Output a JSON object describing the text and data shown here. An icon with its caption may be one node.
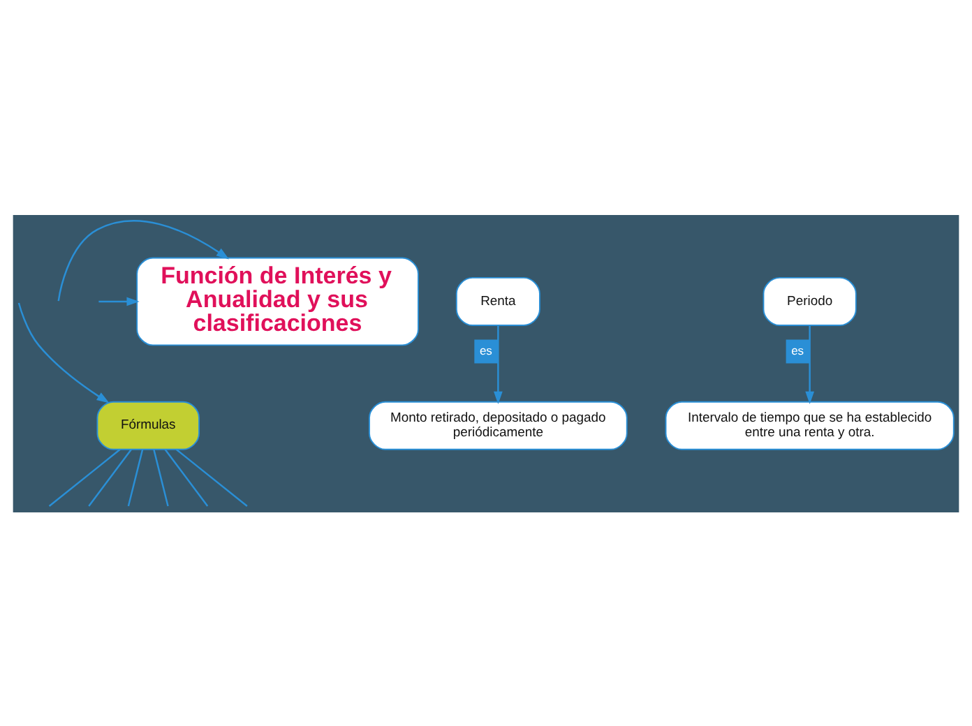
{
  "diagram": {
    "nodes": [
      {
        "text": [
          "Función de Interés y Anualidad y sus clasificaciones"
        ]
      },
      {
        "text": [
          "Fórmulas"
        ]
      },
      {
        "text": [
          "Renta"
        ]
      },
      {
        "text": [
          "Monto retirado, depositado o pagado periódicamente"
        ]
      },
      {
        "text": [
          "Periodo"
        ]
      },
      {
        "text": [
          "Intervalo de tiempo que se ha establecido entre una renta y otra."
        ]
      }
    ],
    "edges": [
      {
        "from": null,
        "to": 0,
        "arrow": "to"
      },
      {
        "from": null,
        "to": 0,
        "arrow": "to"
      },
      {
        "from": null,
        "to": 1,
        "arrow": "to"
      },
      {
        "from": 1,
        "to": null,
        "arrow": "none"
      },
      {
        "from": 1,
        "to": null,
        "arrow": "none"
      },
      {
        "from": 1,
        "to": null,
        "arrow": "none"
      },
      {
        "from": 1,
        "to": null,
        "arrow": "none"
      },
      {
        "from": 1,
        "to": null,
        "arrow": "none"
      },
      {
        "from": 1,
        "to": null,
        "arrow": "none"
      },
      {
        "from": 2,
        "to": 3,
        "label": "es",
        "arrow": "to"
      },
      {
        "from": 4,
        "to": 5,
        "label": "es",
        "arrow": "to"
      }
    ]
  }
}
